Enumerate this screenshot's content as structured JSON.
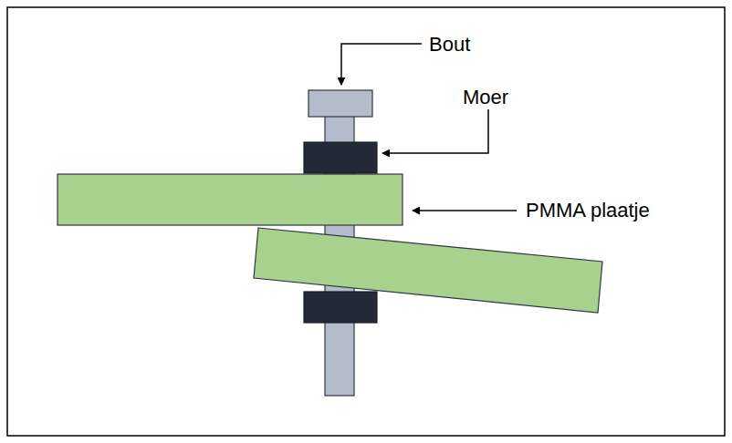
{
  "diagram": {
    "labels": [
      "Bout",
      "Moer",
      "PMMA plaatje"
    ]
  }
}
